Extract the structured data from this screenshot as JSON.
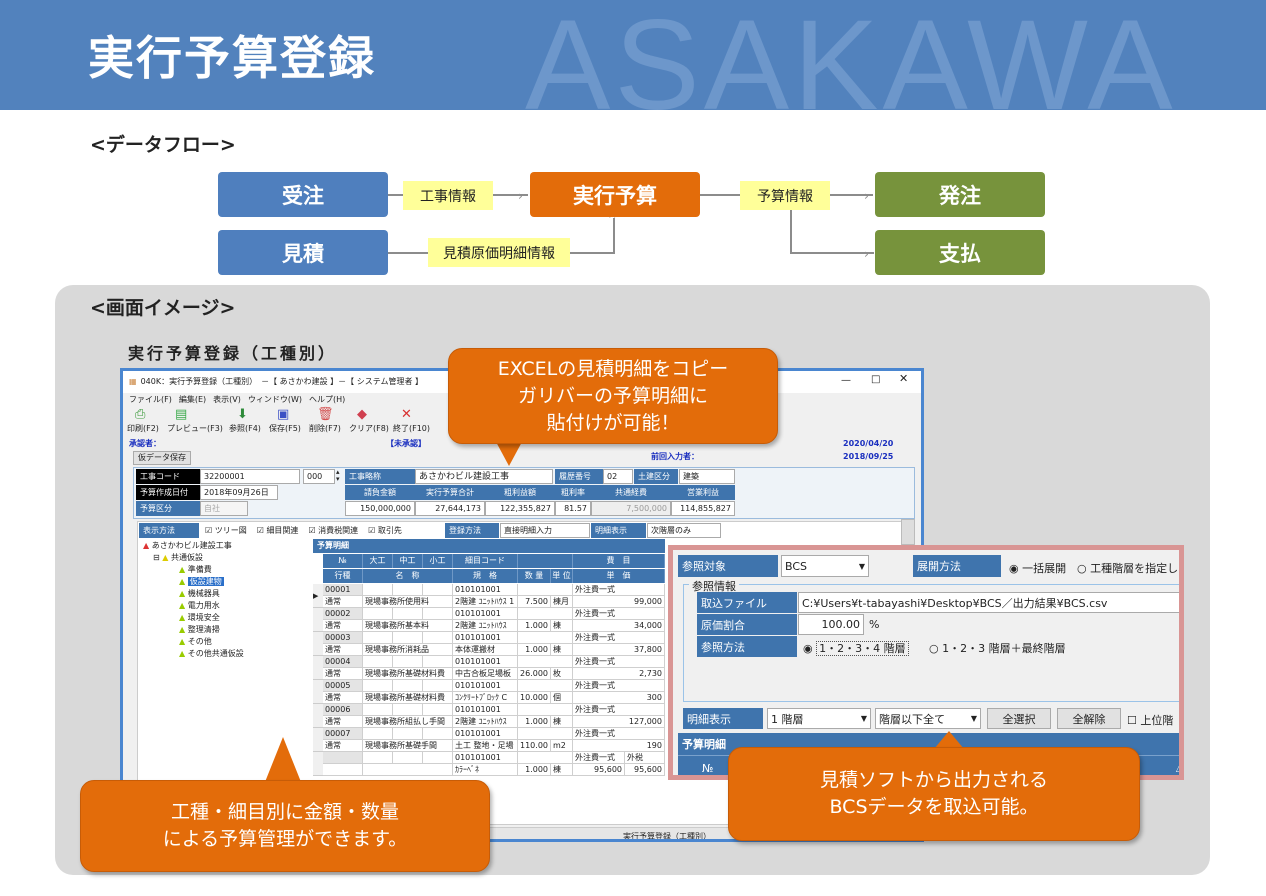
{
  "header": {
    "title": "実行予算登録",
    "watermark": "ASAKAWA"
  },
  "flow": {
    "section_title": "<データフロー>",
    "order": "受注",
    "estimate": "見積",
    "budget": "実行予算",
    "purchase": "発注",
    "payment": "支払",
    "label_work": "工事情報",
    "label_budget": "予算情報",
    "label_estimate": "見積原価明細情報"
  },
  "image_section": {
    "title": "<画面イメージ>",
    "screen_title": "実行予算登録（工種別）"
  },
  "colors": {
    "header": "#5282bd",
    "blue": "#4f7fbe",
    "orange": "#e36c0a",
    "green": "#77933c",
    "yellow": "#ffff99"
  },
  "window": {
    "title": "040K：実行予算登録（工種別）　－【 あさかわ建設 】－【 システム管理者 】",
    "menu": [
      "ファイル(F)",
      "編集(E)",
      "表示(V)",
      "ウィンドウ(W)",
      "ヘルプ(H)"
    ],
    "toolbar": [
      {
        "label": "印刷(F2)",
        "icon": "printer-icon"
      },
      {
        "label": "プレビュー(F3)",
        "icon": "preview-icon"
      },
      {
        "label": "参照(F4)",
        "icon": "import-icon"
      },
      {
        "label": "保存(F5)",
        "icon": "save-icon"
      },
      {
        "label": "削除(F7)",
        "icon": "trash-icon"
      },
      {
        "label": "クリア(F8)",
        "icon": "eraser-icon"
      },
      {
        "label": "終了(F10)",
        "icon": "close-icon"
      }
    ],
    "approver_label": "承認者：",
    "unapproved": "【未承認】",
    "prev_input_label": "前回入力者：",
    "date1": "2020/04/20",
    "date2": "2018/09/25",
    "temp_save": "仮データ保存",
    "form": {
      "code_label": "工事コード",
      "code": "32200001",
      "code_sub": "000",
      "name_label": "工事略称",
      "name": "あさかわビル建設工事",
      "history_label": "履歴番号",
      "history": "02",
      "civil_label": "土建区分",
      "civil": "建築",
      "date_label": "予算作成日付",
      "date": "2018年09月26日",
      "kind_label": "予算区分",
      "kind": "自社",
      "sums": [
        {
          "label": "請負金額",
          "value": "150,000,000"
        },
        {
          "label": "実行予算合計",
          "value": "27,644,173"
        },
        {
          "label": "粗利益額",
          "value": "122,355,827"
        },
        {
          "label": "粗利率",
          "value": "81.57"
        },
        {
          "label": "共通経費",
          "value": "7,500,000"
        },
        {
          "label": "営業利益",
          "value": "114,855,827"
        }
      ]
    },
    "display_label": "表示方法",
    "checks": [
      "ツリー図",
      "細目関連",
      "消費税関連",
      "取引先"
    ],
    "reg_label": "登録方法",
    "reg_value": "直接明細入力",
    "detail_label": "明細表示",
    "detail_value": "次階層のみ",
    "tree": {
      "root": "あさかわビル建設工事",
      "group": "共通仮設",
      "items": [
        "準備費",
        "仮設建物",
        "機械器具",
        "電力用水",
        "環境安全",
        "整理清掃",
        "その他",
        "その他共通仮設"
      ]
    },
    "grid": {
      "title": "予算明細",
      "headers1": [
        "№",
        "大工",
        "中工",
        "小工",
        "細目コード",
        "",
        "費　目"
      ],
      "headers2": [
        "行種",
        "名　称",
        "規　格",
        "数 量",
        "単 位",
        "単　価"
      ],
      "rows": [
        {
          "no": "00001",
          "code": "010101001",
          "cost": "外注費一式",
          "type": "通常",
          "name": "現場事務所使用料",
          "spec": "2階建 ﾕﾆｯﾄﾊｳｽ 1",
          "qty": "7.500",
          "unit": "棟月",
          "price": "99,000"
        },
        {
          "no": "00002",
          "code": "010101001",
          "cost": "外注費一式",
          "type": "通常",
          "name": "現場事務所基本料",
          "spec": "2階建 ﾕﾆｯﾄﾊｳｽ",
          "qty": "1.000",
          "unit": "棟",
          "price": "34,000"
        },
        {
          "no": "00003",
          "code": "010101001",
          "cost": "外注費一式",
          "type": "通常",
          "name": "現場事務所消耗品",
          "spec": "本体運搬材",
          "qty": "1.000",
          "unit": "棟",
          "price": "37,800"
        },
        {
          "no": "00004",
          "code": "010101001",
          "cost": "外注費一式",
          "type": "通常",
          "name": "現場事務所基礎材料費",
          "spec": "中古合板足場板",
          "qty": "26.000",
          "unit": "枚",
          "price": "2,730"
        },
        {
          "no": "00005",
          "code": "010101001",
          "cost": "外注費一式",
          "type": "通常",
          "name": "現場事務所基礎材料費",
          "spec": "ｺﾝｸﾘｰﾄﾌﾞﾛｯｸ C",
          "qty": "10.000",
          "unit": "個",
          "price": "300"
        },
        {
          "no": "00006",
          "code": "010101001",
          "cost": "外注費一式",
          "type": "通常",
          "name": "現場事務所組払し手間",
          "spec": "2階建 ﾕﾆｯﾄﾊｳｽ",
          "qty": "1.000",
          "unit": "棟",
          "price": "127,000"
        },
        {
          "no": "00007",
          "code": "010101001",
          "cost": "外注費一式",
          "type": "通常",
          "name": "現場事務所基礎手間",
          "spec": "土工 整地・足場",
          "qty": "110.00",
          "unit": "m2",
          "price": "190"
        },
        {
          "no": "",
          "code": "010101001",
          "cost": "外注費一式",
          "type": "",
          "name": "",
          "spec": "ｶﾗｰﾍﾞﾈ",
          "qty": "1.000",
          "unit": "棟",
          "price": "95,600",
          "extra1": "外税",
          "extra2": "95,600"
        }
      ]
    },
    "status": "実行予算登録（工種別）"
  },
  "bcs": {
    "ref_label": "参照対象",
    "ref_value": "BCS",
    "expand_label": "展開方法",
    "expand_opt1": "一括展開",
    "expand_opt2": "工種階層を指定し",
    "group_label": "参照情報",
    "file_label": "取込ファイル",
    "file_value": "C:¥Users¥t-tabayashi¥Desktop¥BCS／出力結果¥BCS.csv",
    "ratio_label": "原価割合",
    "ratio_value": "100.00",
    "ratio_unit": "%",
    "method_label": "参照方法",
    "method_opt1": "1・2・3・4 階層",
    "method_opt2": "1・2・3 階層＋最終階層",
    "detail_label": "明細表示",
    "level_value": "1 階層",
    "scope_value": "階層以下全て",
    "select_all": "全選択",
    "deselect_all": "全解除",
    "upper_check": "上位階",
    "grid_title": "予算明細",
    "no_header": "№"
  },
  "callouts": {
    "excel": [
      "EXCELの見積明細をコピー",
      "ガリバーの予算明細に",
      "貼付けが可能！"
    ],
    "manage": [
      "工種・細目別に金額・数量",
      "による予算管理ができます。"
    ],
    "bcs": [
      "見積ソフトから出力される",
      "BCSデータを取込可能。"
    ]
  }
}
